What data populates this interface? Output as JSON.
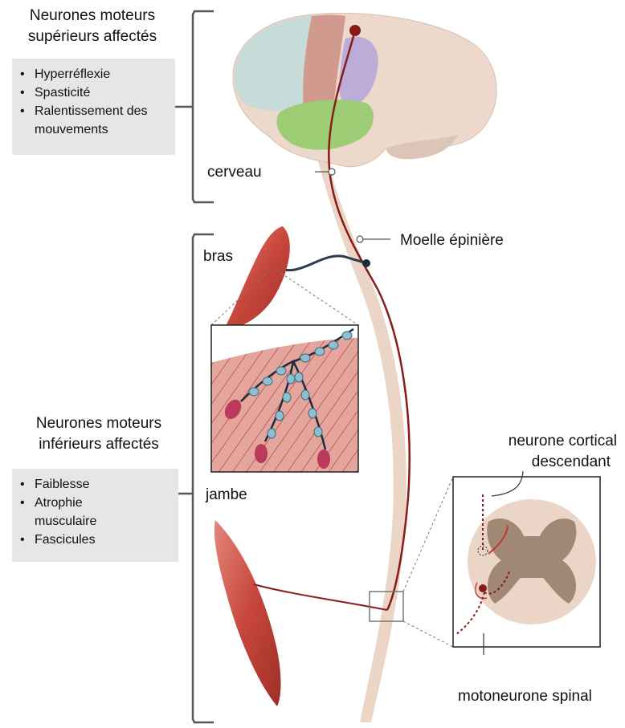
{
  "upper": {
    "heading_line1": "Neurones moteurs",
    "heading_line2": "supérieurs affectés",
    "symptoms": [
      "Hyperréflexie",
      "Spasticité",
      "Ralentissement des mouvements"
    ]
  },
  "lower": {
    "heading_line1": "Neurones moteurs",
    "heading_line2": "inférieurs affectés",
    "symptoms": [
      "Faiblesse",
      "Atrophie musculaire",
      "Fascicules"
    ]
  },
  "labels": {
    "brain": "cerveau",
    "spinal_cord": "Moelle épinière",
    "arm": "bras",
    "leg": "jambe",
    "cortical_neuron_line1": "neurone cortical",
    "cortical_neuron_line2": "descendant",
    "spinal_motoneuron": "motoneurone spinal"
  },
  "colors": {
    "neuron_red": "#8b1a1a",
    "spinal_cord": "#ead5c6",
    "muscle": "#c8473c",
    "brain_base": "#ecd9cc",
    "frontal_lobe": "#c7dcd8",
    "motor_strip": "#c98a7e",
    "parietal_purple": "#b6a7d6",
    "temporal_green": "#9ccc73",
    "nerve_blue": "#8ebfd0",
    "grey_matter": "#a08874",
    "symptom_box": "#e6e6e6"
  }
}
